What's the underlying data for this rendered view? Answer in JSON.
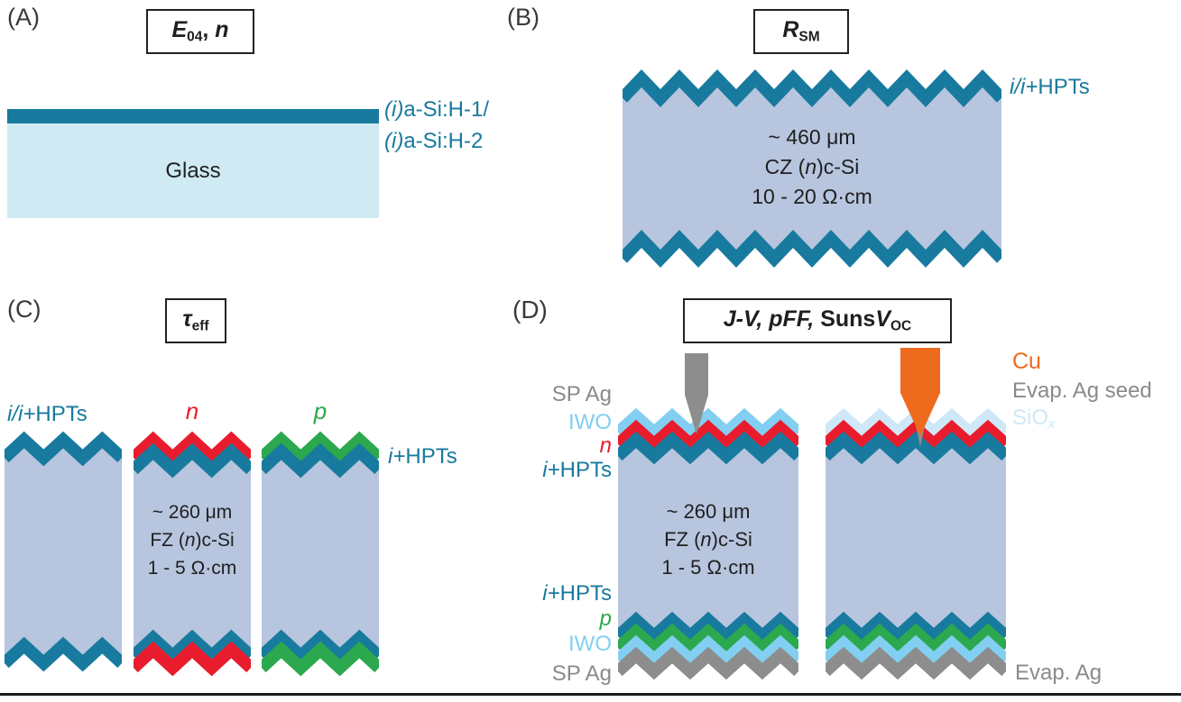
{
  "palette": {
    "teal": "#187a9e",
    "glass": "#cfeaf2",
    "body": "#b7c5de",
    "red": "#e81c2c",
    "green": "#2ca84e",
    "iwo": "#82cff2",
    "siox": "#cfe8f7",
    "gray": "#8d8d8d",
    "label_gray": "#8a8a8a",
    "orange": "#ee6b1e",
    "rule": "#1a1a1a"
  },
  "panels": {
    "a": {
      "tag": "(A)",
      "title_e": "E",
      "title_sub": "04",
      "title_comma": ", ",
      "title_n": "n",
      "glass_label": "Glass",
      "film1_i": "(i)",
      "film1_rest": "a-Si:H-1/",
      "film2_i": "(i)",
      "film2_rest": "a-Si:H-2"
    },
    "b": {
      "tag": "(B)",
      "title_r": "R",
      "title_sub": "SM",
      "line1": "~ 460 μm",
      "line2_a": "CZ (",
      "line2_b": "n",
      "line2_c": ")c-Si",
      "line3": "10 - 20 Ω·cm",
      "label_i": "i/i+",
      "label_rest": "HPTs"
    },
    "c": {
      "tag": "(C)",
      "title_tau": "τ",
      "title_sub": "eff",
      "w1_label_i": "i/i+",
      "w1_label_rest": "HPTs",
      "w2_label": "n",
      "w3_label": "p",
      "line1": "~ 260 μm",
      "line2_a": "FZ (",
      "line2_b": "n",
      "line2_c": ")c-Si",
      "line3": "1 - 5 Ω·cm",
      "right_label_i": "i+",
      "right_label_rest": "HPTs"
    },
    "d": {
      "tag": "(D)",
      "title_p1": "J-V, pFF, ",
      "title_p2": "Suns",
      "title_p3": "V",
      "title_sub": "OC",
      "lbl_sp_ag_top": "SP Ag",
      "lbl_iwo_top": "IWO",
      "lbl_n": "n",
      "lbl_ihpts_top_i": "i+",
      "lbl_ihpts_top_rest": "HPTs",
      "lbl_ihpts_bot_i": "i+",
      "lbl_ihpts_bot_rest": "HPTs",
      "lbl_p": "p",
      "lbl_iwo_bot": "IWO",
      "lbl_sp_ag_bot": "SP Ag",
      "lbl_cu": "Cu",
      "lbl_ag_seed": "Evap. Ag seed",
      "lbl_siox_pre": "SiO",
      "lbl_siox_sub": "x",
      "lbl_evap_ag": "Evap. Ag",
      "line1": "~ 260 μm",
      "line2_a": "FZ (",
      "line2_b": "n",
      "line2_c": ")c-Si",
      "line3": "1 - 5 Ω·cm"
    }
  },
  "wafers": {
    "b": {
      "teeth": 10,
      "tooth": 22,
      "band": 13,
      "yTop": 12,
      "yBot": 190,
      "top": [
        "teal"
      ],
      "bottom": [
        "teal"
      ]
    },
    "c1": {
      "teeth": 3,
      "tooth": 20,
      "band": 13,
      "yTop": 12,
      "yBot": 240,
      "top": [
        "teal"
      ],
      "bottom": [
        "teal"
      ]
    },
    "c2": {
      "teeth": 3,
      "tooth": 20,
      "band": 13,
      "yTop": 25,
      "yBot": 232,
      "top": [
        "red",
        "teal"
      ],
      "bottom": [
        "teal",
        "red"
      ]
    },
    "c3": {
      "teeth": 3,
      "tooth": 20,
      "band": 13,
      "yTop": 25,
      "yBot": 232,
      "top": [
        "green",
        "teal"
      ],
      "bottom": [
        "teal",
        "green"
      ]
    },
    "dl": {
      "teeth": 5,
      "tooth": 18,
      "band": 13,
      "yTop": 36,
      "yBot": 236,
      "top": [
        "iwo",
        "red",
        "teal"
      ],
      "bottom": [
        "teal",
        "green",
        "iwo",
        "gray"
      ]
    },
    "dr": {
      "teeth": 5,
      "tooth": 18,
      "band": 13,
      "yTop": 36,
      "yBot": 236,
      "top": [
        "siox",
        "red",
        "teal"
      ],
      "bottom": [
        "teal",
        "green",
        "iwo",
        "gray"
      ]
    }
  }
}
